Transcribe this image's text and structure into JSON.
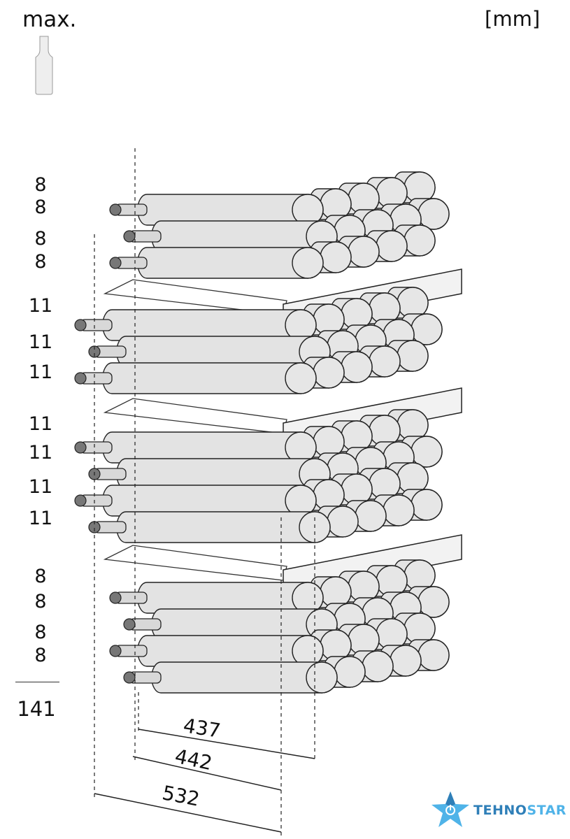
{
  "header": {
    "max_label": "max.",
    "unit_label": "[mm]"
  },
  "bottle_counts": [
    "8",
    "8",
    "8",
    "8",
    "11",
    "11",
    "11",
    "11",
    "11",
    "11",
    "11",
    "8",
    "8",
    "8",
    "8"
  ],
  "total": "141",
  "dimensions": {
    "d1": "437",
    "d2": "442",
    "d3": "532"
  },
  "logo": {
    "part1": "TEHNO",
    "part2": "STAR",
    "color1": "#2f7fb8",
    "color2": "#4fb3e8"
  }
}
